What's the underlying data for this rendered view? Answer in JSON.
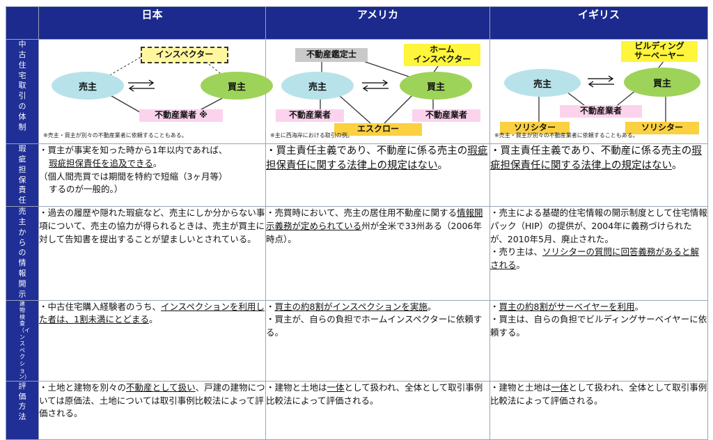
{
  "headers": {
    "japan": "日本",
    "usa": "アメリカ",
    "uk": "イギリス"
  },
  "row_labels": {
    "system": "中古住宅取引の体制",
    "warranty": "瑕疵担保責任",
    "disclosure": "売主からの情報開示",
    "inspection": "建物検査（インスペクション）",
    "valuation": "評価方法"
  },
  "diagram": {
    "seller": "売主",
    "buyer": "買主",
    "japan_inspector": "インスペクター",
    "japan_agent": "不動産業者 ※",
    "japan_note": "※売主・買主が別々の不動産業者に依頼することもある。",
    "usa_appraiser": "不動産鑑定士",
    "usa_inspector_l1": "ホーム",
    "usa_inspector_l2": "インスペクター",
    "usa_agent_left": "不動産業者",
    "usa_agent_right": "不動産業者",
    "usa_escrow": "エスクロー",
    "usa_note": "※主に西海岸における取引の例。",
    "uk_surveyor_l1": "ビルディング",
    "uk_surveyor_l2": "サーベーヤー",
    "uk_agent": "不動産業者",
    "uk_solicitor_left": "ソリシター",
    "uk_solicitor_right": "ソリシター",
    "uk_note": "※売主・買主が別々の不動産業者に依頼することもある。"
  },
  "warranty": {
    "japan": {
      "a": "・買主が事実を知った時から1年以内であれば、",
      "b": "瑕疵担保責任を追及できる",
      "c": "。",
      "d": "（個人間売買では期間を特約で短縮（3ヶ月等）",
      "e": "するのが一般的。）"
    },
    "usa": {
      "a": "・買主責任主義であり、不動産に係る売主の",
      "b": "瑕疵担保責任に関する法律上の規定はない",
      "c": "。"
    },
    "uk": {
      "a": "・買主責任主義であり、不動産に係る売主の",
      "b": "瑕疵担保責任に関する法律上の規定はない",
      "c": "。"
    }
  },
  "disclosure": {
    "japan": "・過去の履歴や隠れた瑕疵など、売主にしか分からない事項について、売主の協力が得られるときは、売主が買主に対して告知書を提出することが望ましいとされている。",
    "usa": {
      "a": "・売買時において、売主の居住用不動産に関する",
      "b": "情報開示義務が定められている",
      "c": "州が全米で33州ある（2006年時点）。"
    },
    "uk1": "・売主による基礎的住宅情報の開示制度として住宅情報パック（HIP）の提供が、2004年に義務づけられたが、2010年5月、廃止された。",
    "uk2": {
      "a": "・売り主は、",
      "b": "ソリシターの質問に回答義務があると解される",
      "c": "。"
    }
  },
  "inspection": {
    "japan": {
      "a": "・中古住宅購入経験者のうち、",
      "b": "インスペクションを利用した者は、1割未満にとどまる",
      "c": "。"
    },
    "usa1": {
      "a": "・",
      "b": "買主の約8割がインスペクションを実施",
      "c": "。"
    },
    "usa2": "・買主が、自らの負担でホームインスペクターに依頼する。",
    "uk1": {
      "a": "・",
      "b": "買主の約8割がサーベイヤーを利用",
      "c": "。"
    },
    "uk2": "・買主は、自らの負担でビルディングサーベイヤーに依頼する。"
  },
  "valuation": {
    "japan": {
      "a": "・土地と建物を別々の",
      "b": "不動産として扱い",
      "c": "、戸建の建物については原価法、土地については取引事例比較法によって評価される。"
    },
    "usa": {
      "a": "・建物と土地は",
      "b": "一体",
      "c": "として扱われ、全体として取引事例比較法によって評価される。"
    },
    "uk": {
      "a": "・建物と土地は",
      "b": "一体",
      "c": "として扱われ、全体として取引事例比較法によって評価される。"
    }
  },
  "colors": {
    "header_bg": "#1b2a8c",
    "seller": "#b8e2ea",
    "buyer": "#9ed35a",
    "agent": "#fbd3ec",
    "inspector": "#fff53a",
    "escrow": "#fbd041",
    "appraiser": "#c9c9c9"
  }
}
